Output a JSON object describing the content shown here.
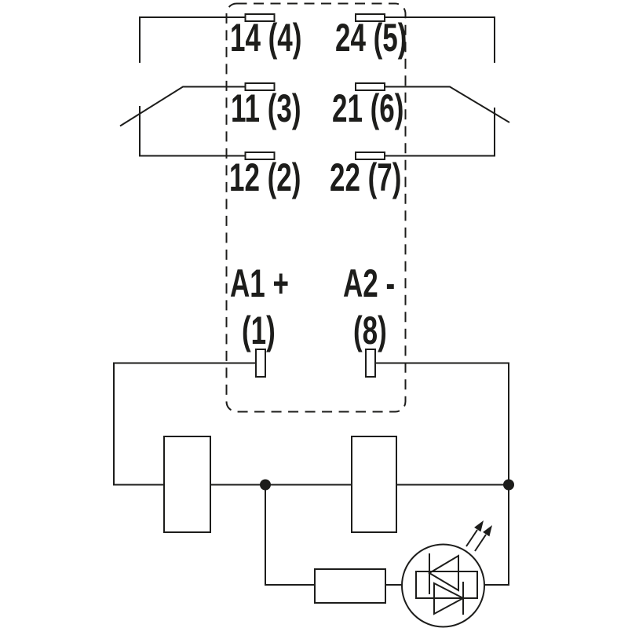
{
  "diagram_type": "relay-socket-wiring-diagram",
  "colors": {
    "line": "#1d1d1b",
    "background": "#ffffff"
  },
  "terminals": [
    {
      "label": "14 (4)",
      "contact": "14",
      "pin": "4"
    },
    {
      "label": "24 (5)",
      "contact": "24",
      "pin": "5"
    },
    {
      "label": "11 (3)",
      "contact": "11",
      "pin": "3"
    },
    {
      "label": "21 (6)",
      "contact": "21",
      "pin": "6"
    },
    {
      "label": "12 (2)",
      "contact": "12",
      "pin": "2"
    },
    {
      "label": "22 (7)",
      "contact": "22",
      "pin": "7"
    }
  ],
  "coil": {
    "a1_label": "A1 +",
    "a1_pin": "(1)",
    "a2_label": "A2 -",
    "a2_pin": "(8)"
  },
  "icons": {
    "led": "led-indicator-icon",
    "resistor": "resistor-box",
    "junction": "junction-dot",
    "relay_outline": "dashed-relay-outline"
  }
}
